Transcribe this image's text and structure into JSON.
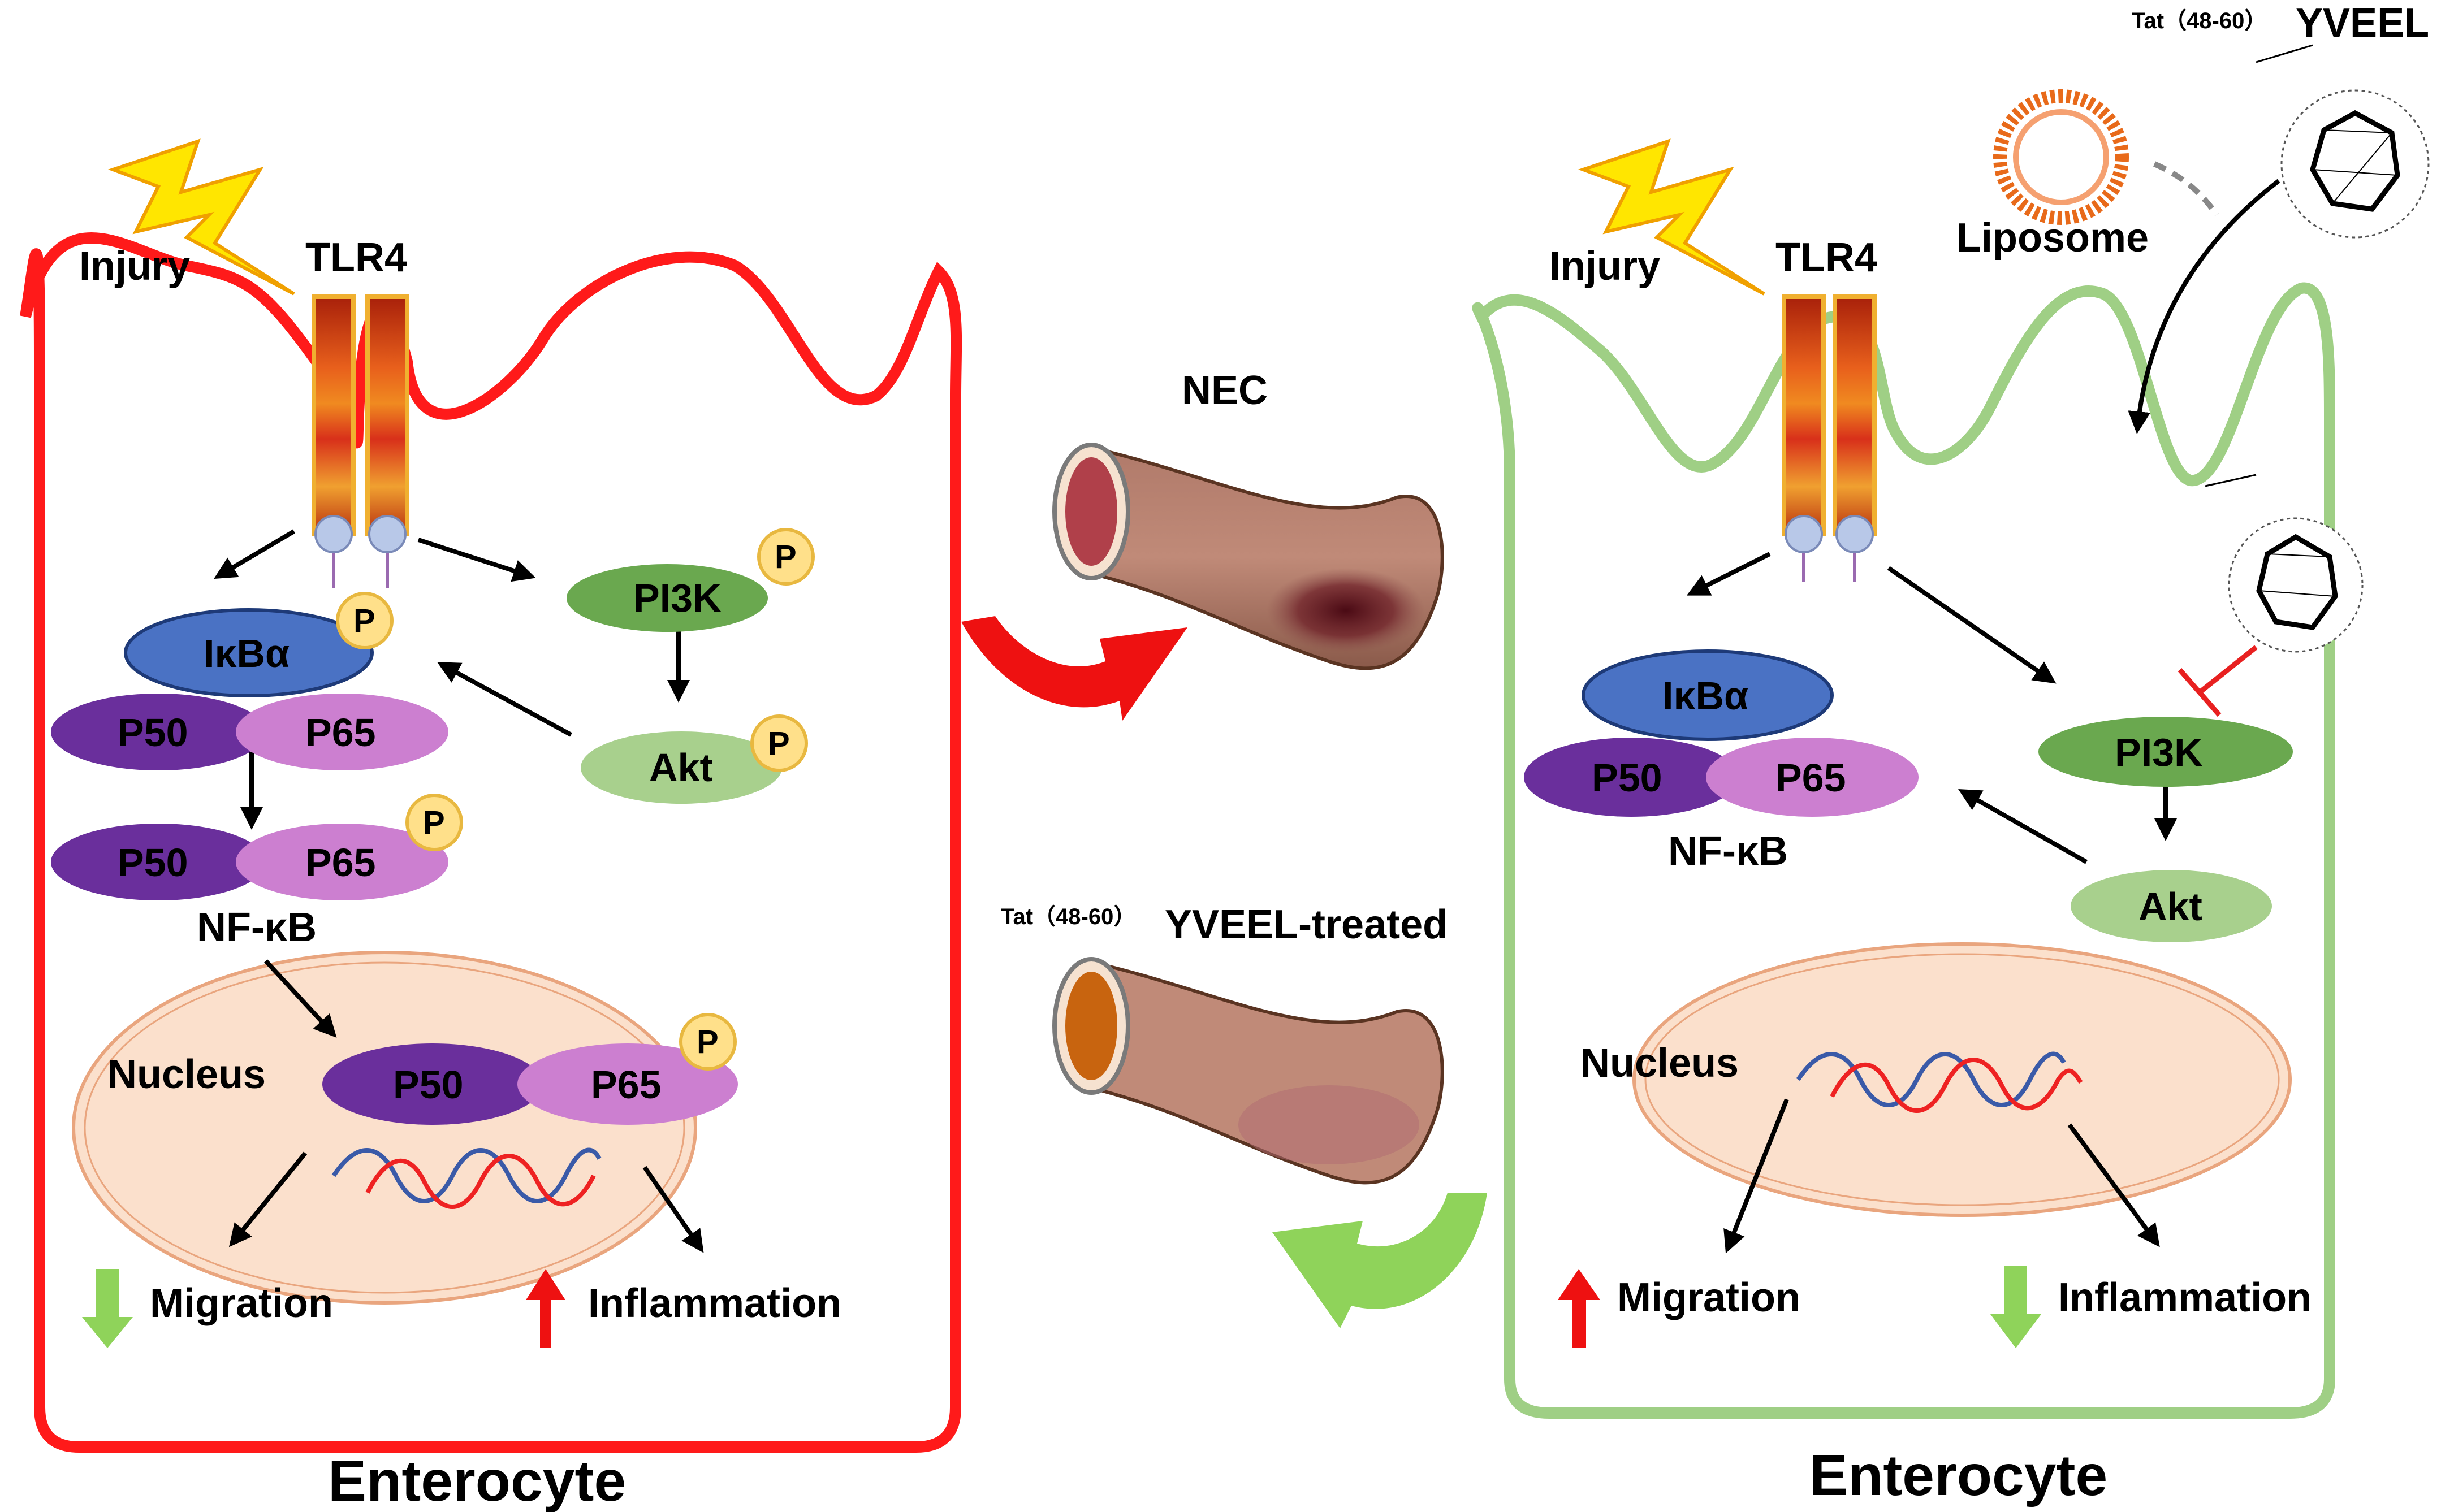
{
  "left_cell": {
    "injury": "Injury",
    "receptor": "TLR4",
    "ikba": "IκBα",
    "p50": "P50",
    "p65": "P65",
    "p": "P",
    "pi3k": "PI3K",
    "akt": "Akt",
    "nfkb": "NF-κB",
    "nucleus": "Nucleus",
    "migration": "Migration",
    "inflammation": "Inflammation",
    "title": "Enterocyte"
  },
  "middle": {
    "nec": "NEC",
    "treated_prefix": "Tat（48-60）",
    "treated": "YVEEL-treated"
  },
  "right_cell": {
    "injury": "Injury",
    "receptor": "TLR4",
    "tat_prefix": "Tat（48-60）",
    "peptide": "YVEEL",
    "liposome": "Liposome",
    "ikba": "IκBα",
    "p50": "P50",
    "p65": "P65",
    "nfkb": "NF-κB",
    "pi3k": "PI3K",
    "akt": "Akt",
    "nucleus": "Nucleus",
    "migration": "Migration",
    "inflammation": "Inflammation",
    "title": "Enterocyte"
  },
  "colors": {
    "diseased_membrane": "#ff1a1a",
    "treated_membrane": "#9fcf85",
    "ikba": "#4a72c4",
    "p50": "#6a2f9c",
    "p65": "#cc7fd0",
    "pi3k": "#6aa84f",
    "akt": "#a8d08d",
    "phospho": "#ffe08a",
    "nucleus": "#fbe0cc",
    "up_arrow": "#ee1111",
    "down_arrow": "#8fd35a"
  }
}
